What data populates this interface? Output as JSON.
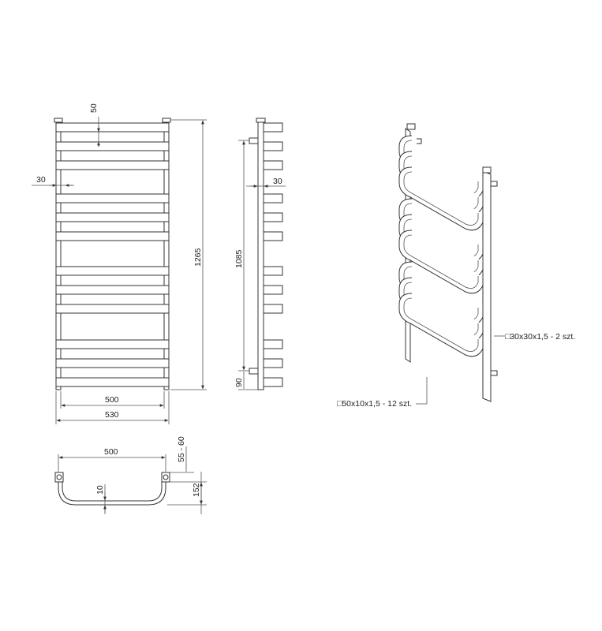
{
  "front_view": {
    "dim_spacing": "50",
    "dim_margin": "30",
    "dim_height": "1265",
    "dim_inner_width": "500",
    "dim_outer_width": "530"
  },
  "side_view": {
    "dim_depth": "30",
    "dim_mount_spacing": "1085",
    "dim_bottom": "90"
  },
  "top_view": {
    "dim_width": "500",
    "dim_wall_gap": "55 - 60",
    "dim_depth": "152",
    "dim_radius": "10"
  },
  "iso_view": {
    "label_vertical": "□30x30x1,5 - 2 szt.",
    "label_horizontal": "□50x10x1,5 - 12 szt."
  }
}
